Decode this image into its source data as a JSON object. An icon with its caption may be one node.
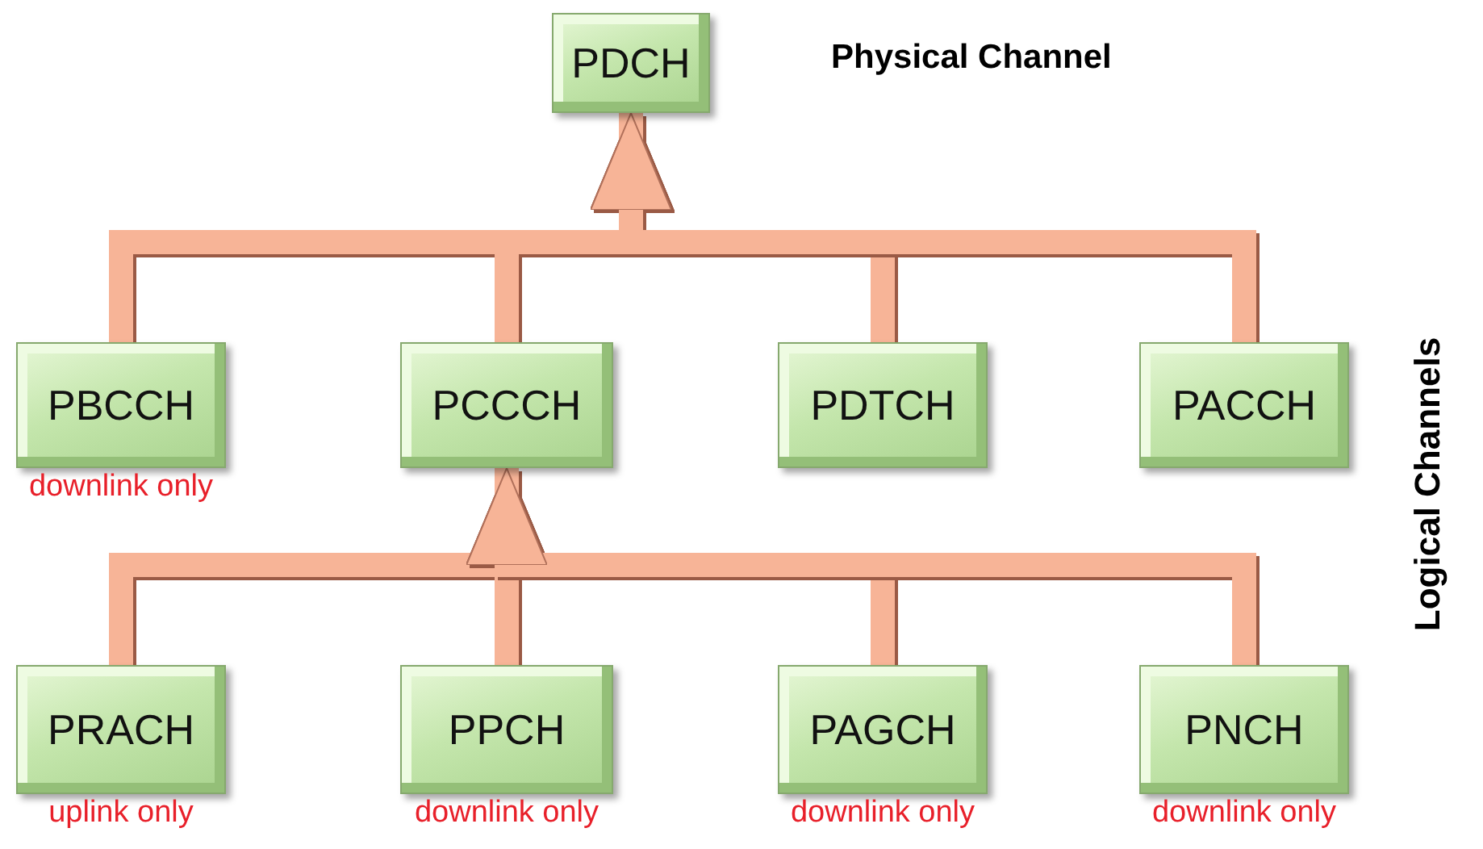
{
  "diagram": {
    "nodes": [
      {
        "text": [
          "PDCH"
        ]
      },
      {
        "text": [
          "PBCCH"
        ],
        "beside": [
          "downlink only"
        ]
      },
      {
        "text": [
          "PCCCH"
        ]
      },
      {
        "text": [
          "PDTCH"
        ]
      },
      {
        "text": [
          "PACCH"
        ]
      },
      {
        "text": [
          "PRACH"
        ],
        "beside": [
          "uplink only"
        ]
      },
      {
        "text": [
          "PPCH"
        ],
        "beside": [
          "downlink only"
        ]
      },
      {
        "text": [
          "PAGCH"
        ],
        "beside": [
          "downlink only"
        ]
      },
      {
        "text": [
          "PNCH"
        ],
        "beside": [
          "downlink only"
        ]
      }
    ],
    "edges": [
      {
        "from": 1,
        "to": 0,
        "arrow": "to"
      },
      {
        "from": 2,
        "to": 0,
        "arrow": "to"
      },
      {
        "from": 3,
        "to": 0,
        "arrow": "to"
      },
      {
        "from": 4,
        "to": 0,
        "arrow": "to"
      },
      {
        "from": 5,
        "to": 2,
        "arrow": "to"
      },
      {
        "from": 6,
        "to": 2,
        "arrow": "to"
      },
      {
        "from": 7,
        "to": 2,
        "arrow": "to"
      },
      {
        "from": 8,
        "to": 2,
        "arrow": "to"
      }
    ],
    "labels": [
      "Physical Channel",
      "Logical Channels"
    ]
  }
}
